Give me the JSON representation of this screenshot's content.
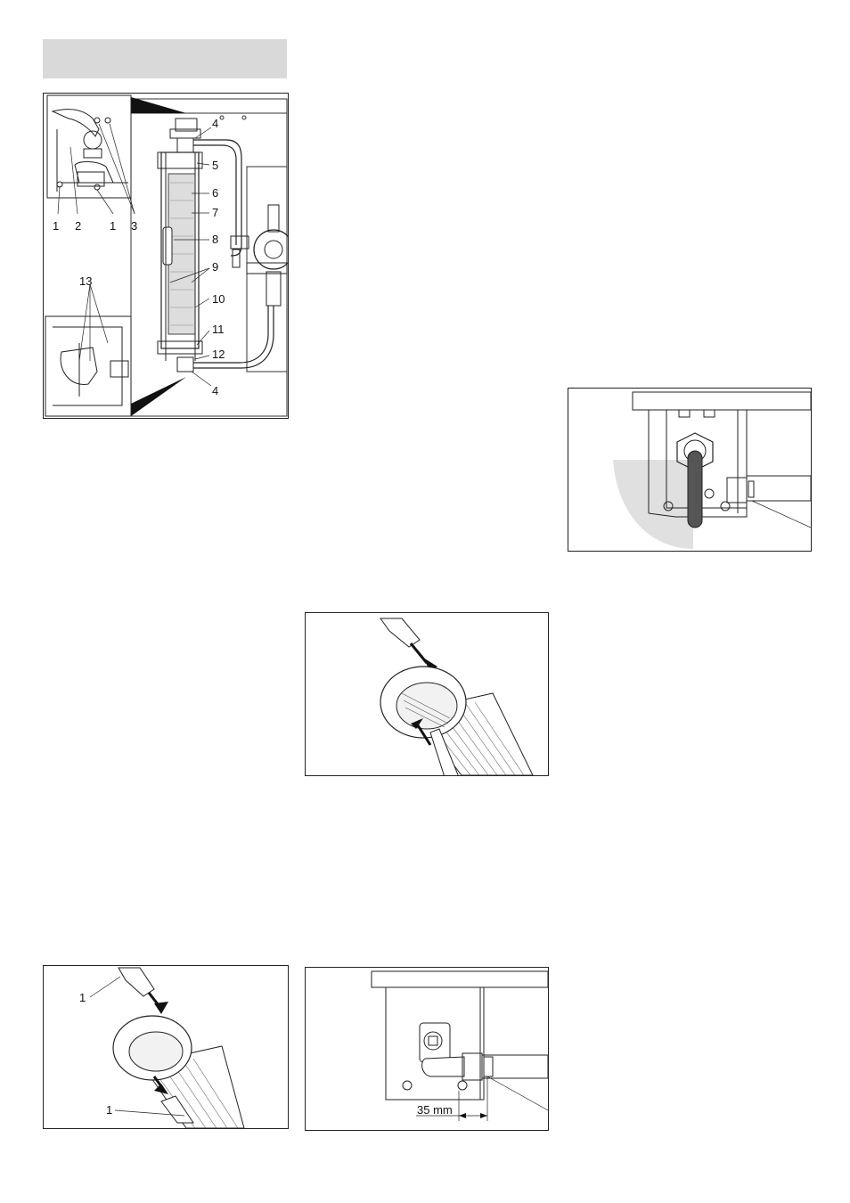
{
  "header": {
    "title": ""
  },
  "figures": {
    "filter_assembly": {
      "callouts": [
        "4",
        "5",
        "6",
        "7",
        "8",
        "9",
        "10",
        "11",
        "12",
        "4"
      ],
      "inset_top_callouts": [
        "1",
        "2",
        "1",
        "3"
      ],
      "inset_bottom_callouts": [
        "13"
      ]
    },
    "filter_insert": {
      "callouts": []
    },
    "filter_remove": {
      "callouts": [
        "1",
        "1"
      ]
    },
    "hose_clamp": {
      "dimension": "35 mm"
    },
    "drain_valve": {
      "callouts": []
    }
  },
  "colors": {
    "border": "#222222",
    "line": "#1a1a1a",
    "gray_fill": "#d9d9d9",
    "hatch": "#555555"
  }
}
